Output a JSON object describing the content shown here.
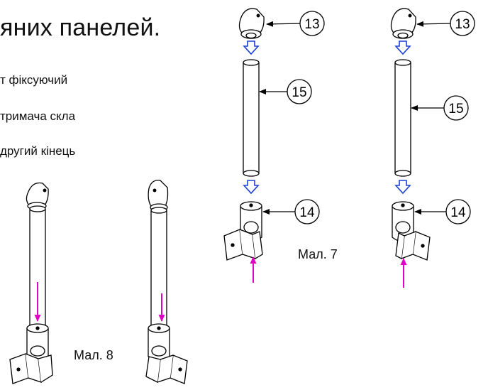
{
  "heading": "яних панелей.",
  "instructions": [
    "т фіксуючий",
    " тримача скла",
    "другий кінець"
  ],
  "figures": {
    "fig7_label": "Мал. 7",
    "fig8_label": "Мал. 8"
  },
  "callouts": {
    "fig7a_top": "13",
    "fig7a_middle": "15",
    "fig7a_bottom": "14",
    "fig7b_top": "13",
    "fig7b_middle": "15",
    "fig7b_bottom": "14"
  },
  "colors": {
    "line": "#000000",
    "blue_arrow": "#1c3fd6",
    "magenta_arrow": "#e000c8"
  }
}
